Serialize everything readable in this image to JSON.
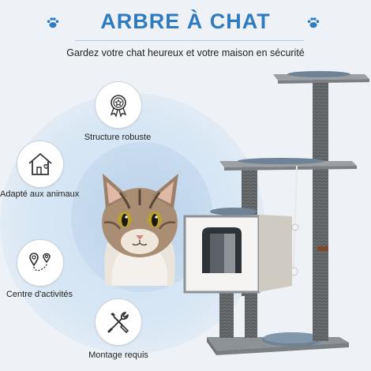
{
  "header": {
    "title": "ARBRE À CHAT",
    "subtitle": "Gardez votre chat heureux et votre maison en sécurité"
  },
  "features": [
    {
      "label": "Structure robuste",
      "icon": "badge-star-icon"
    },
    {
      "label": "Adapté aux animaux",
      "icon": "house-heart-icon"
    },
    {
      "label": "Centre d'activités",
      "icon": "location-route-icon"
    },
    {
      "label": "Montage requis",
      "icon": "wrench-screwdriver-icon"
    }
  ],
  "colors": {
    "accent": "#2f7bc0",
    "background": "#eef2f7",
    "icon_stroke": "#333333",
    "sisal": "#5b5f62",
    "board": "#9aa0a4",
    "cushion": "#6f8296"
  }
}
